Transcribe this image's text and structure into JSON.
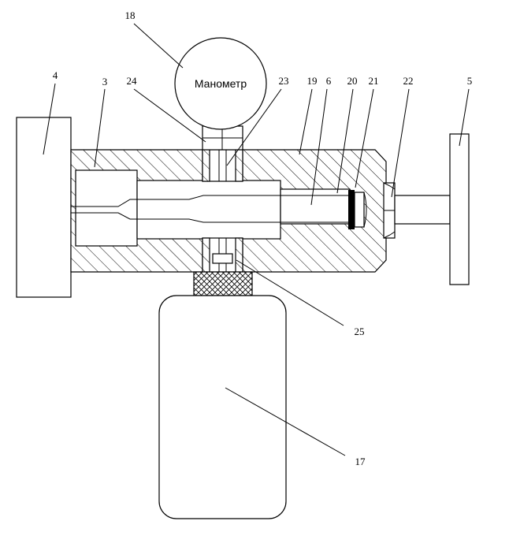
{
  "gauge": {
    "label": "Манометр"
  },
  "labels": {
    "l18": "18",
    "l4": "4",
    "l3": "3",
    "l24": "24",
    "l23": "23",
    "l19": "19",
    "l6": "6",
    "l20": "20",
    "l21": "21",
    "l22": "22",
    "l5": "5",
    "l25": "25",
    "l17": "17"
  }
}
